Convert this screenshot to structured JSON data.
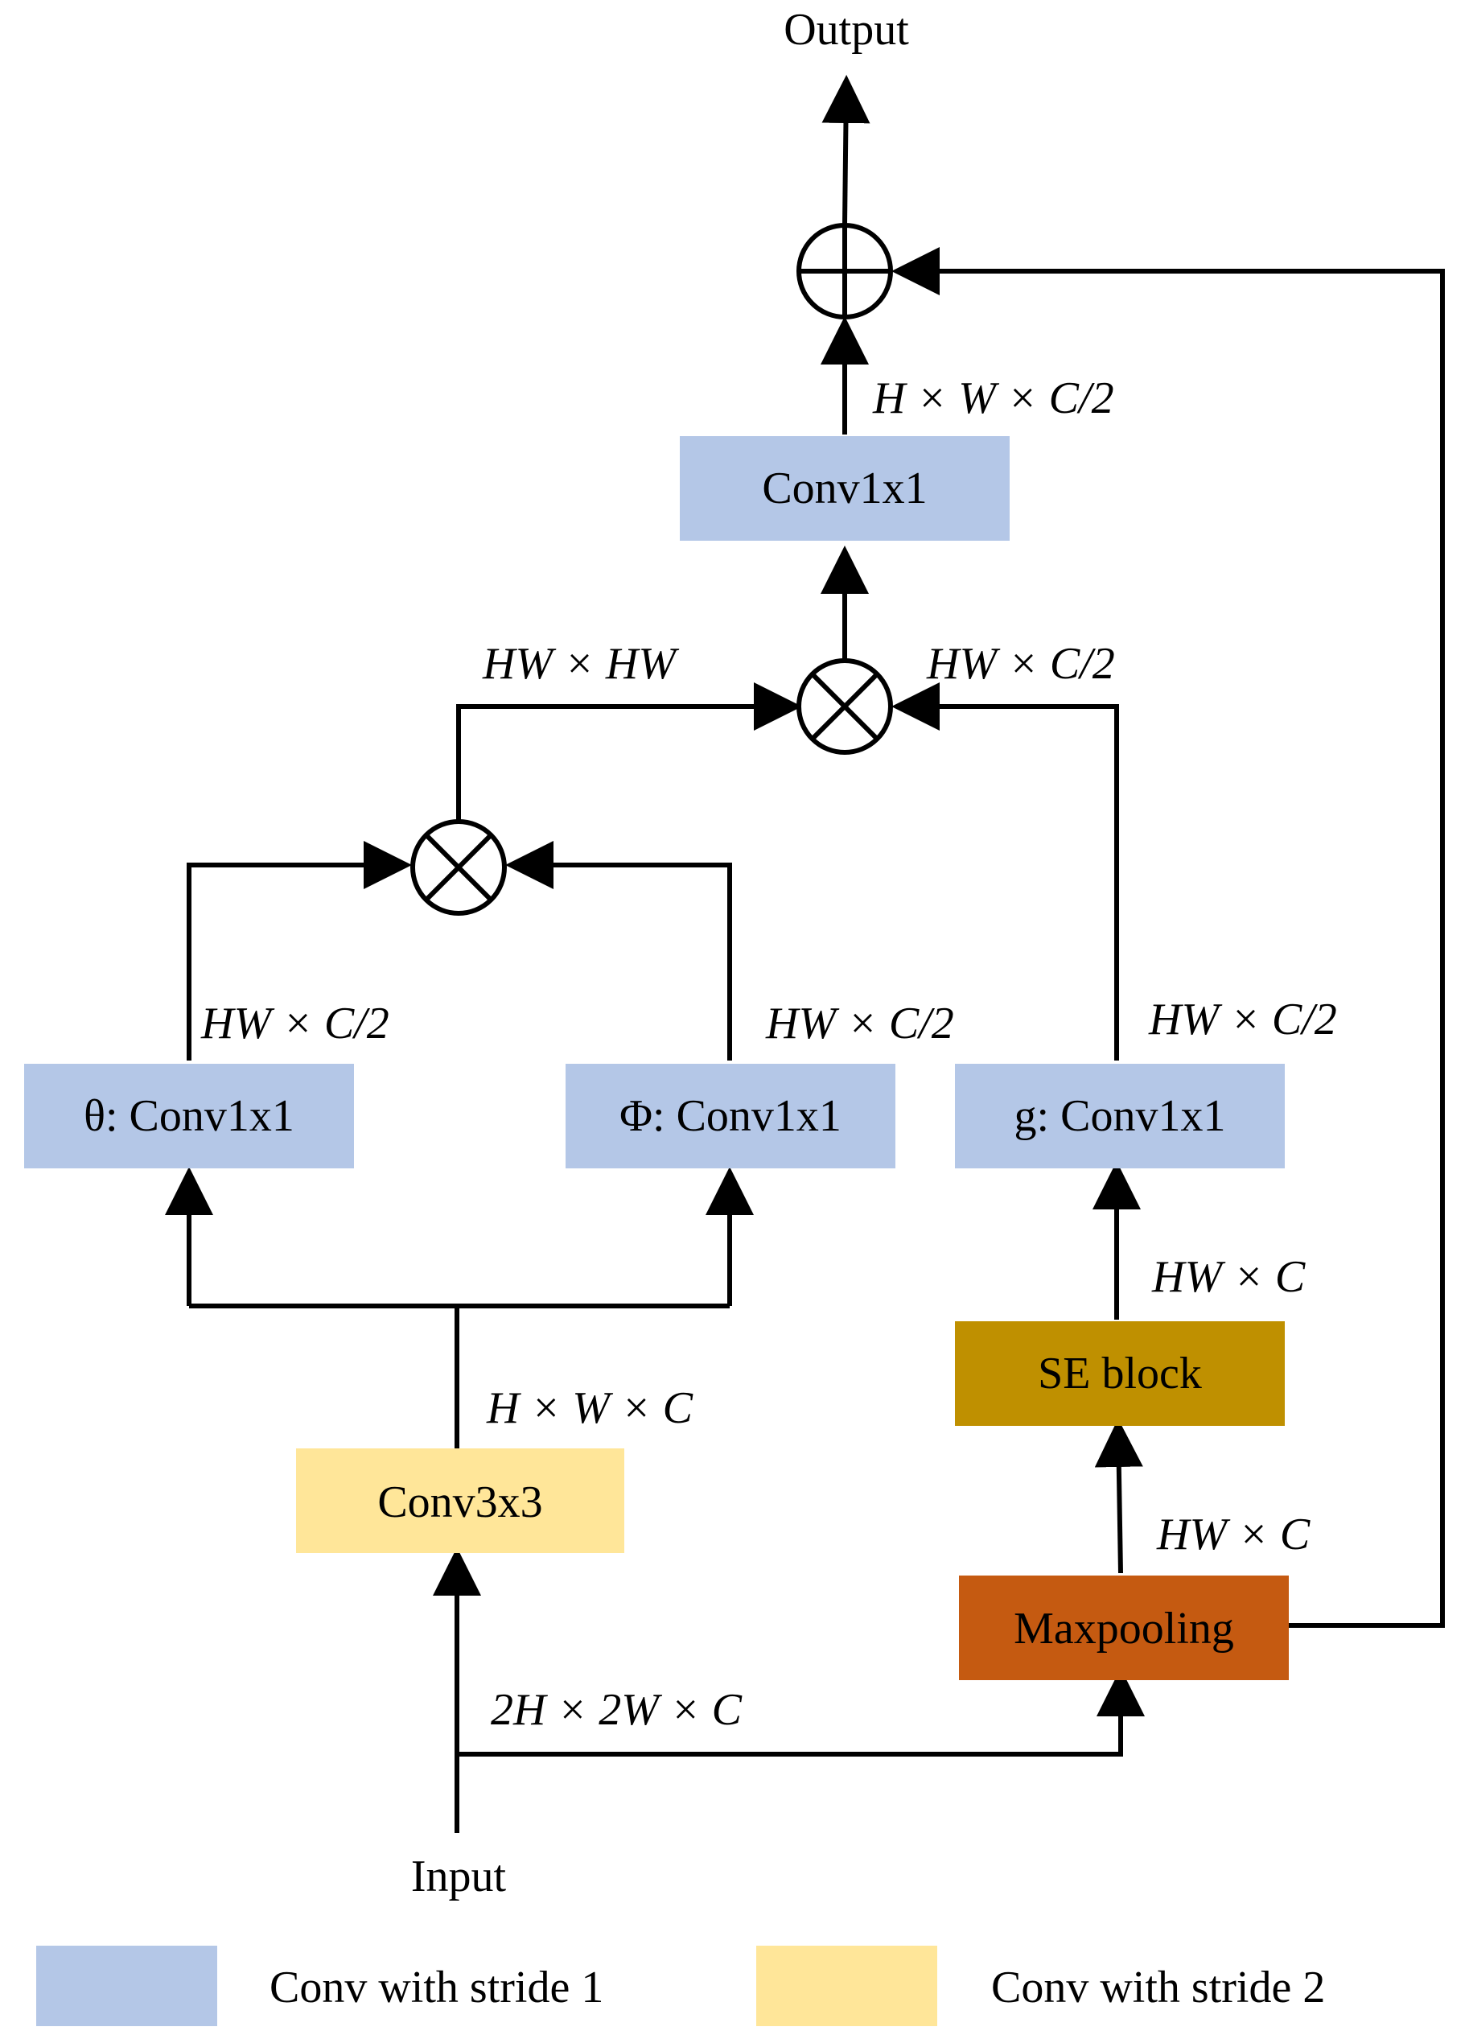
{
  "colors": {
    "conv_stride1": "#b4c7e7",
    "conv_stride2": "#ffe699",
    "se_block": "#bf9000",
    "maxpool": "#c55a11",
    "line": "#000000"
  },
  "io": {
    "input": "Input",
    "output": "Output"
  },
  "boxes": {
    "conv3x3": "Conv3x3",
    "theta": "θ: Conv1x1",
    "phi": "Φ: Conv1x1",
    "g": "g: Conv1x1",
    "se": "SE block",
    "maxpool": "Maxpooling",
    "conv_out": "Conv1x1"
  },
  "dims": {
    "input_dim": "2H × 2W × C",
    "conv3x3_out": "H × W × C",
    "theta_out": "HW × C/2",
    "phi_out": "HW × C/2",
    "g_out": "HW × C/2",
    "se_out": "HW × C",
    "maxpool_out": "HW × C",
    "attn": "HW × HW",
    "g_to_mult": "HW × C/2",
    "conv_out_dim": "H × W × C/2"
  },
  "operators": {
    "mult_symbol": "multiply",
    "add_symbol": "add"
  },
  "legend": [
    {
      "label": "Conv with stride 1",
      "color_key": "conv_stride1"
    },
    {
      "label": "Conv with stride 2",
      "color_key": "conv_stride2"
    }
  ]
}
